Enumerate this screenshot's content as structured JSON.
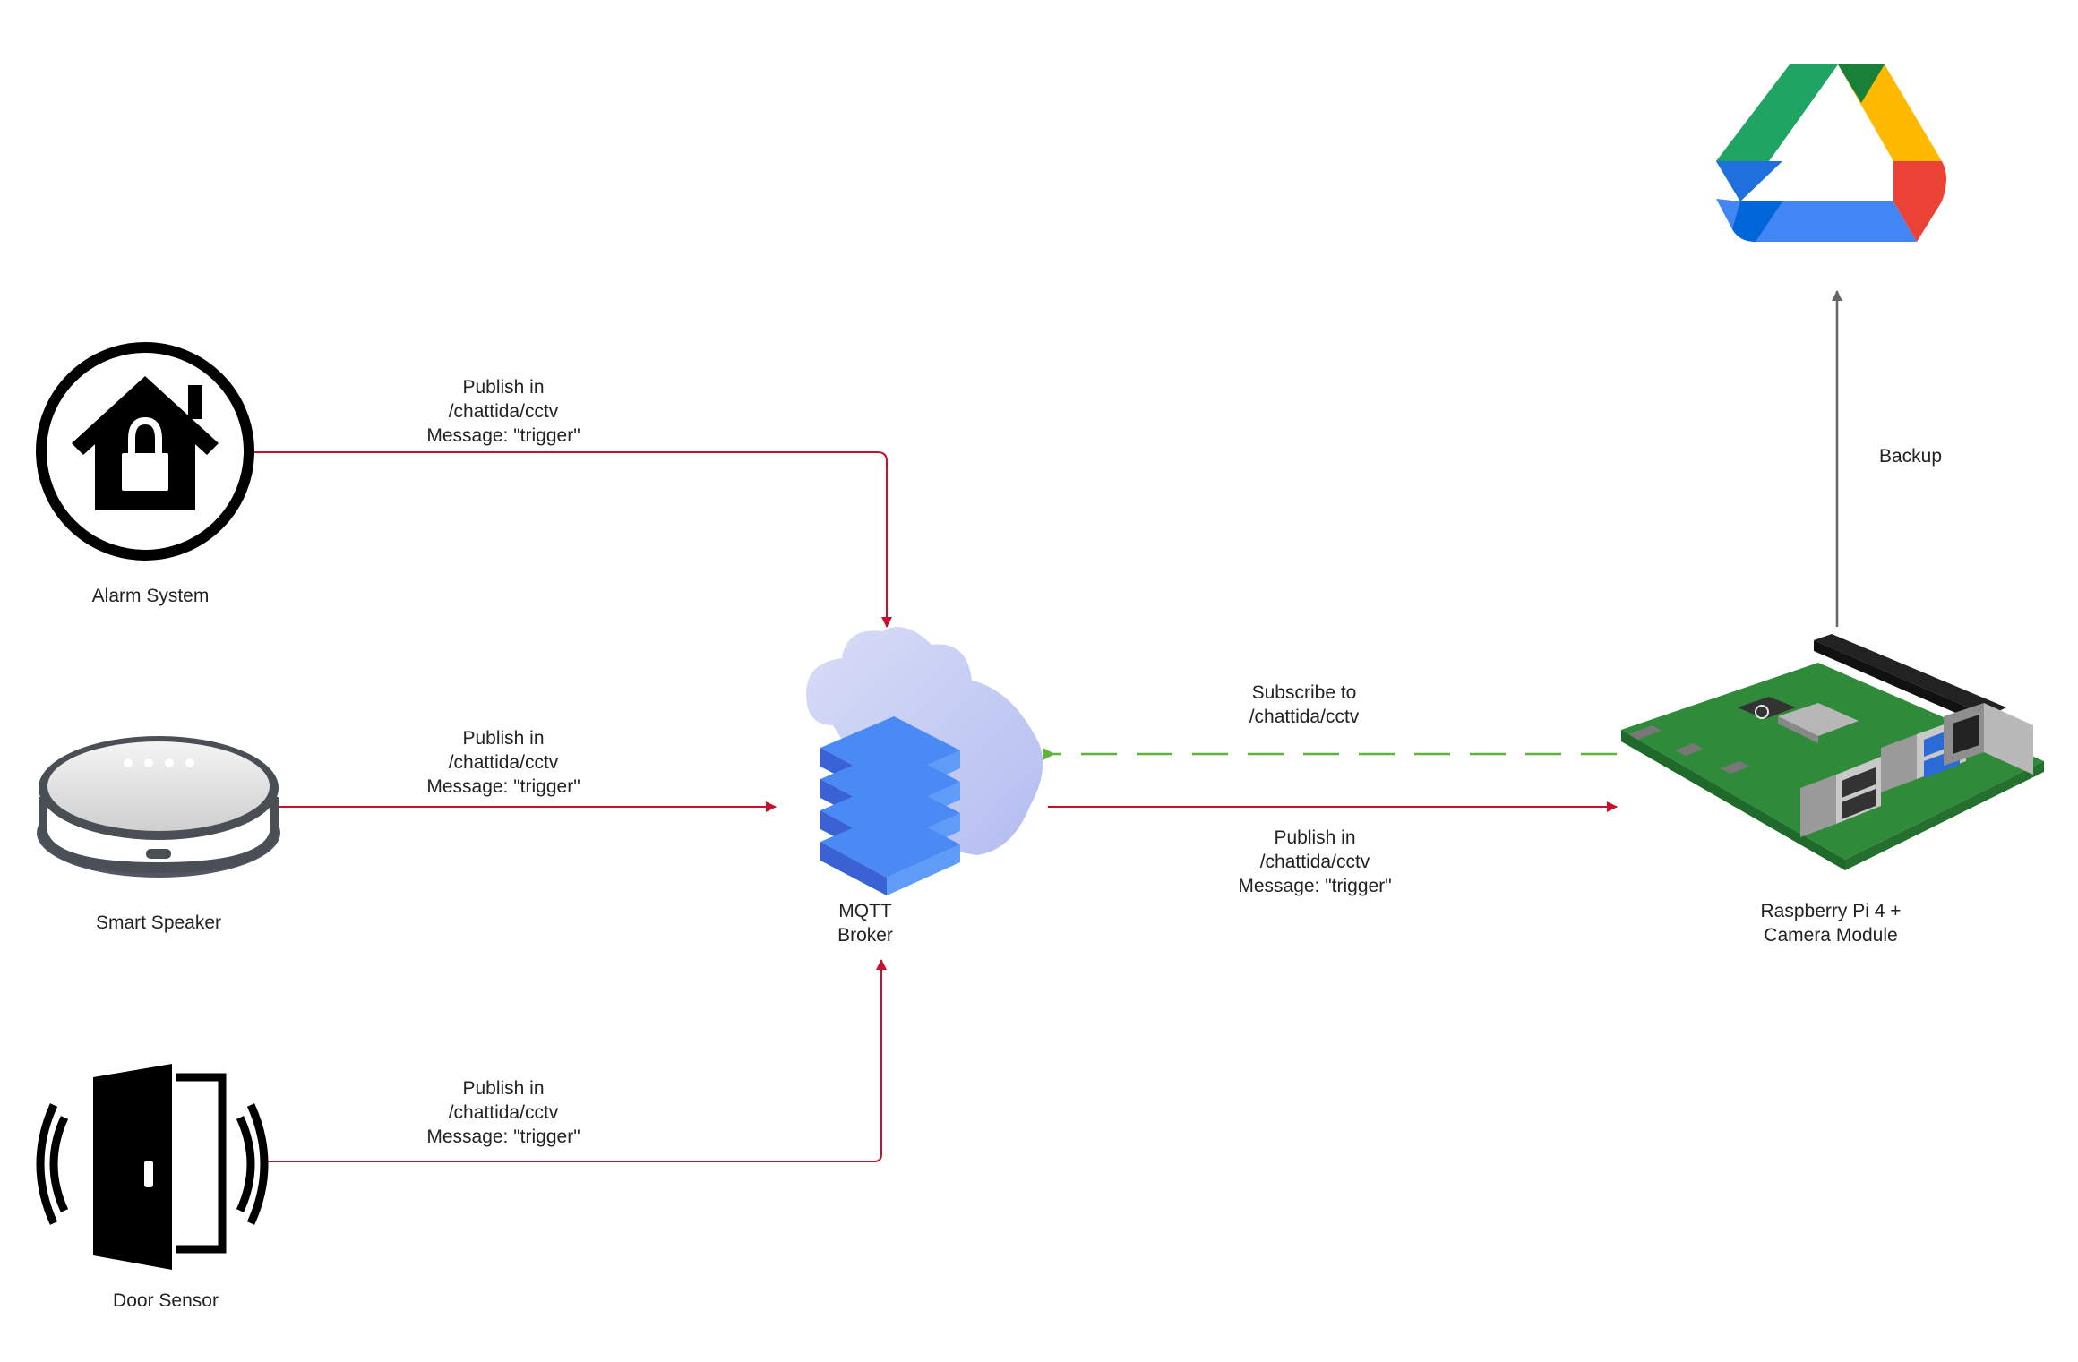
{
  "nodes": {
    "alarm": {
      "label": "Alarm System"
    },
    "speaker": {
      "label": "Smart Speaker"
    },
    "door": {
      "label": "Door Sensor"
    },
    "broker": {
      "label_line1": "MQTT",
      "label_line2": "Broker"
    },
    "pi": {
      "label_line1": "Raspberry Pi 4 +",
      "label_line2": "Camera Module"
    },
    "gdrive": {
      "label": ""
    }
  },
  "edges": {
    "alarm_to_broker": {
      "line1": "Publish in",
      "line2": "/chattida/cctv",
      "line3": "Message: \"trigger\""
    },
    "speaker_to_broker": {
      "line1": "Publish in",
      "line2": "/chattida/cctv",
      "line3": "Message: \"trigger\""
    },
    "door_to_broker": {
      "line1": "Publish in",
      "line2": "/chattida/cctv",
      "line3": "Message: \"trigger\""
    },
    "pi_subscribe": {
      "line1": "Subscribe to",
      "line2": "/chattida/cctv"
    },
    "broker_to_pi": {
      "line1": "Publish in",
      "line2": "/chattida/cctv",
      "line3": "Message: \"trigger\""
    },
    "pi_backup": {
      "line1": "Backup"
    }
  },
  "colors": {
    "publish_edge": "#c8102e",
    "subscribe_edge": "#5fb33a",
    "backup_edge": "#666666",
    "drive_green": "#1fa463",
    "drive_yellow": "#ffba00",
    "drive_blue": "#4285f4",
    "drive_red": "#ea4335"
  }
}
